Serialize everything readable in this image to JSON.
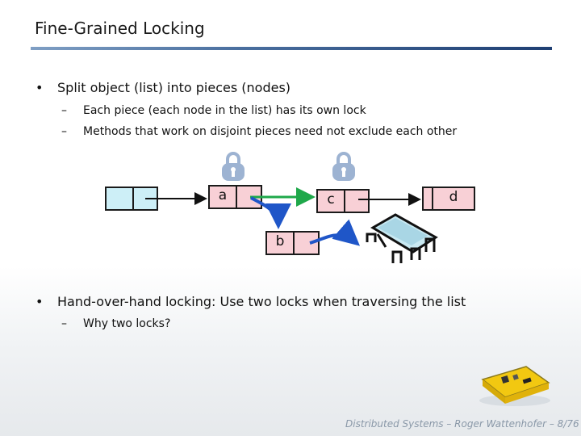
{
  "slide": {
    "title": "Fine-Grained Locking",
    "bullets": [
      {
        "marker": "•",
        "text": "Split object (list) into pieces (nodes)",
        "subs": [
          {
            "marker": "–",
            "text": "Each piece (each node in the list) has its own lock"
          },
          {
            "marker": "–",
            "text": "Methods that work on disjoint pieces need not exclude each other"
          }
        ]
      },
      {
        "marker": "•",
        "text": "Hand-over-hand locking: Use two locks when traversing the list",
        "subs": [
          {
            "marker": "–",
            "text": "Why two locks?"
          }
        ]
      }
    ]
  },
  "diagram": {
    "nodes": [
      {
        "id": "head",
        "label": ""
      },
      {
        "id": "a",
        "label": "a"
      },
      {
        "id": "c",
        "label": "c"
      },
      {
        "id": "d",
        "label": "d"
      },
      {
        "id": "b",
        "label": "b"
      }
    ],
    "colors": {
      "node_fill_cyan": "#cdeff7",
      "node_fill_pink": "#f8d0d6",
      "arrow_black": "#111111",
      "arrow_green": "#1fa84a",
      "arrow_blue": "#1f56c8",
      "lock_fill": "#9db3d2"
    }
  },
  "footer": {
    "text": "Distributed Systems – Roger Wattenhofer – 8/76"
  }
}
